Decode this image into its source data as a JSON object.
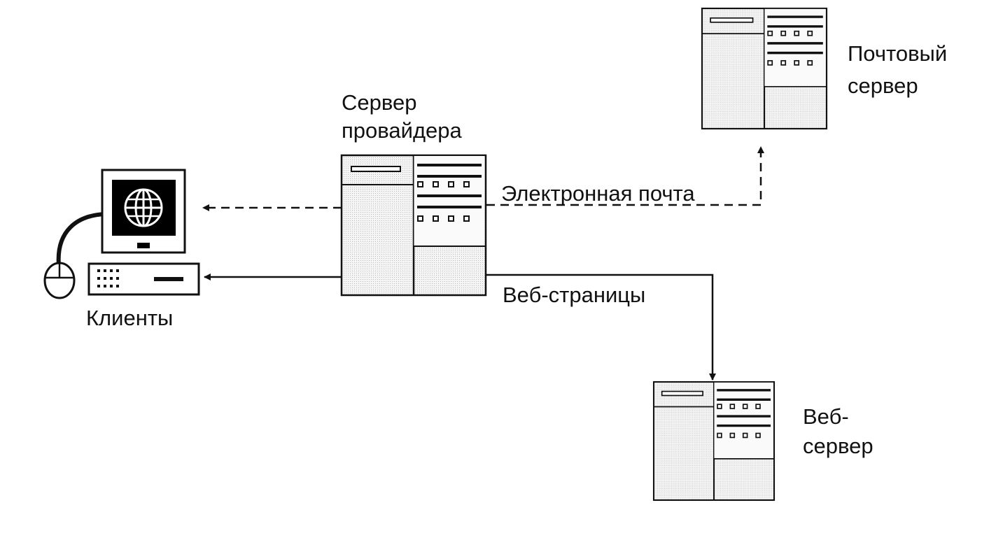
{
  "labels": {
    "clients": "Клиенты",
    "provider_line1": "Сервер",
    "provider_line2": "провайдера",
    "mail_line1": "Почтовый",
    "mail_line2": "сервер",
    "web_line1": "Веб-",
    "web_line2": "сервер",
    "email_link": "Электронная почта",
    "web_pages_link": "Веб-страницы"
  },
  "colors": {
    "ink": "#111111",
    "panel_fill": "#ececec",
    "screen": "#000000"
  },
  "icons": {
    "client": "desktop-computer-icon",
    "server": "server-cabinet-icon",
    "globe": "globe-icon"
  }
}
